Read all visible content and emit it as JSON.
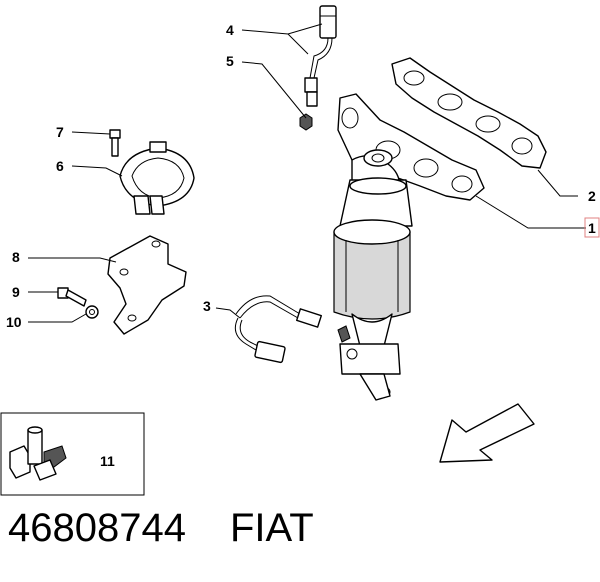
{
  "callouts": {
    "c1": "1",
    "c2": "2",
    "c3": "3",
    "c4": "4",
    "c5": "5",
    "c6": "6",
    "c7": "7",
    "c8": "8",
    "c9": "9",
    "c10": "10",
    "c11": "11"
  },
  "footer": {
    "part_number": "46808744",
    "brand": "FIAT"
  },
  "colors": {
    "highlight_box": "#e08080",
    "line": "#000000"
  }
}
